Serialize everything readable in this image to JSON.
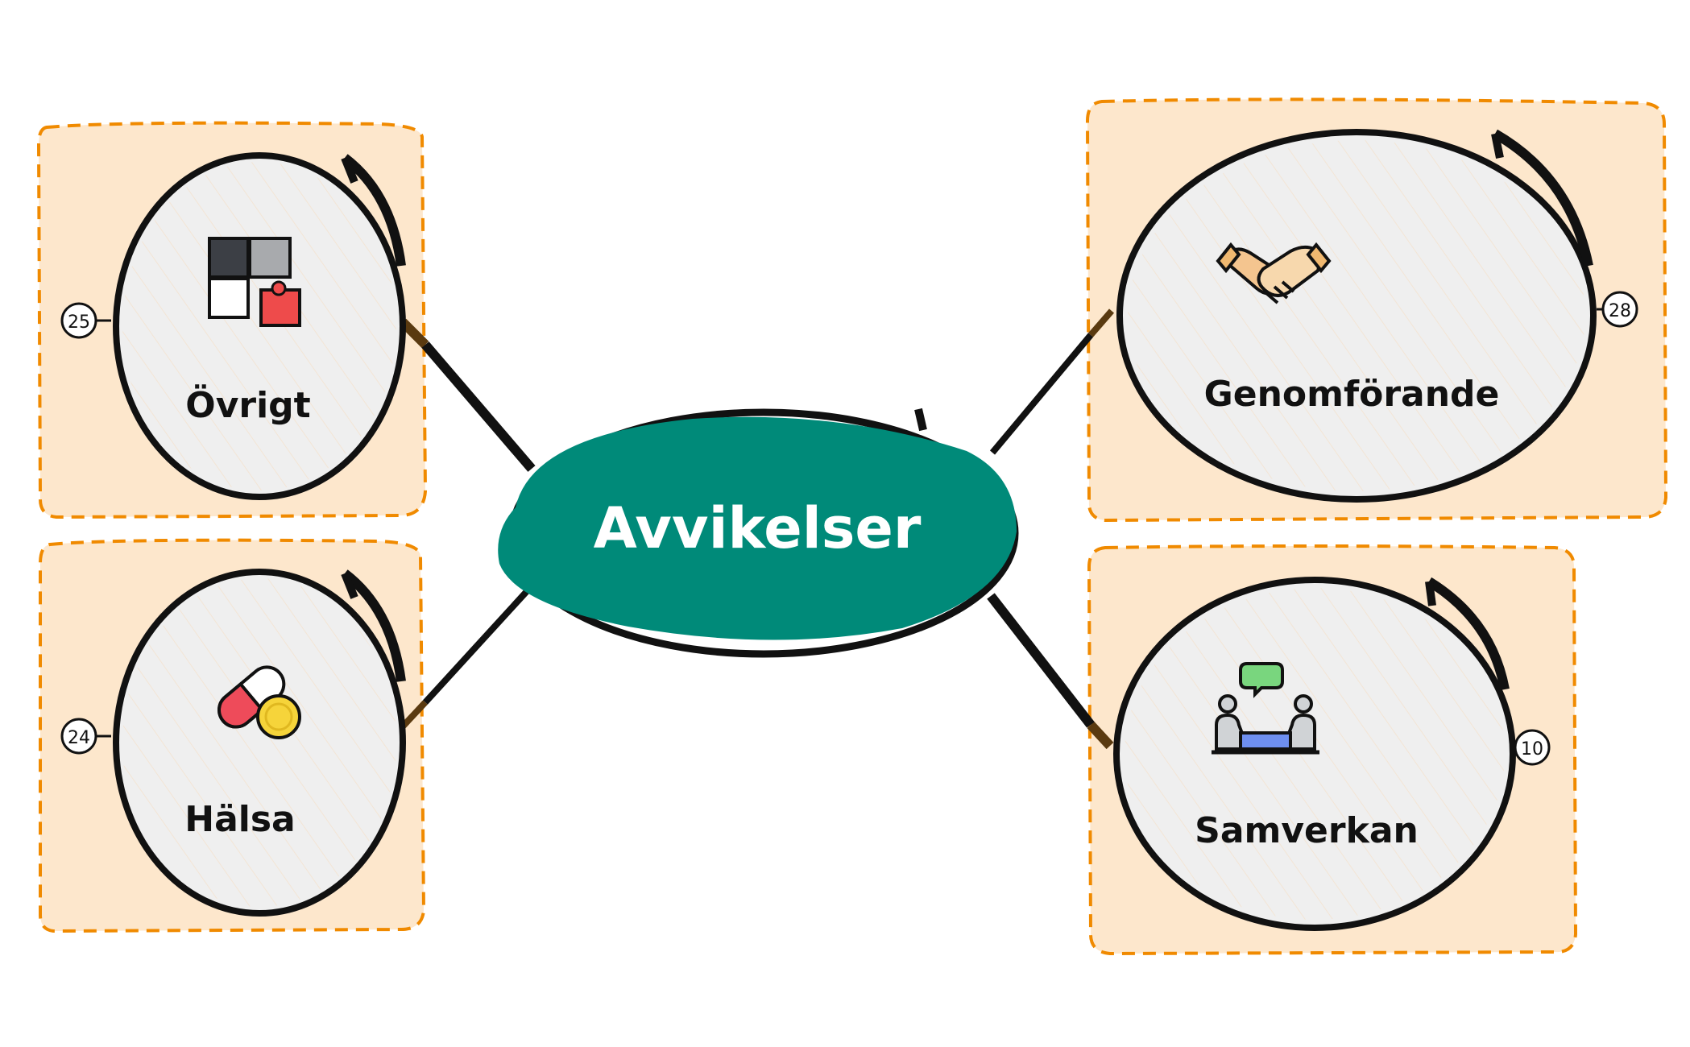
{
  "colors": {
    "background": "#ffffff",
    "group_fill": "#fde7cc",
    "group_border": "#f08a00",
    "node_fill": "#efefef",
    "outline": "#111111",
    "center_fill": "#008a79"
  },
  "center": {
    "label": "Avvikelser"
  },
  "nodes": {
    "ovrigt": {
      "label": "Övrigt",
      "count": "25",
      "icon": "puzzle-icon"
    },
    "halsa": {
      "label": "Hälsa",
      "count": "24",
      "icon": "pills-icon"
    },
    "genomforande": {
      "label": "Genomförande",
      "count": "28",
      "icon": "handshake-icon"
    },
    "samverkan": {
      "label": "Samverkan",
      "count": "10",
      "icon": "meeting-icon"
    }
  }
}
